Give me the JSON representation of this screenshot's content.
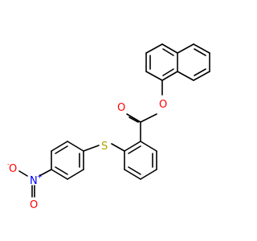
{
  "atoms": {
    "ester_o": "O",
    "carbonyl_o": "O",
    "sulfur": "S",
    "nitro_n": "N",
    "nitro_o1": "O",
    "nitro_o2": "O"
  },
  "charges": {
    "n_plus": "+",
    "o_minus": "-"
  },
  "colors": {
    "bond": "#000000",
    "oxygen": "#ff0000",
    "sulfur": "#b2a000",
    "nitrogen": "#0000ff"
  }
}
